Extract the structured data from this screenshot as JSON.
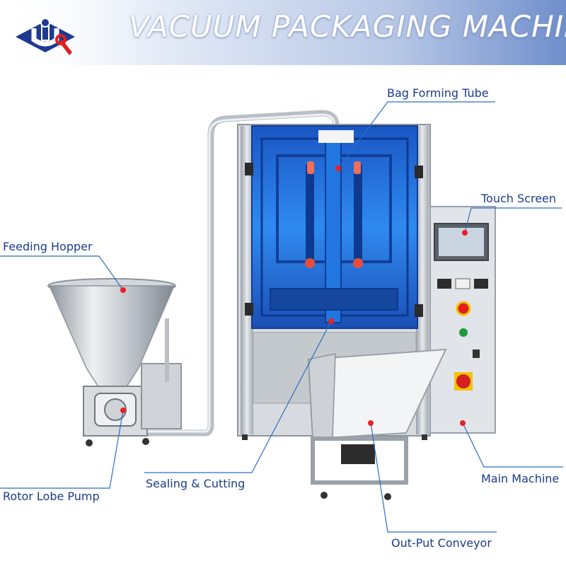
{
  "header": {
    "title": "VACUUM PACKAGING MACHINE"
  },
  "logo": {
    "icon": "company-logo-icon",
    "colors": {
      "primary": "#1f3a93",
      "accent": "#e02020"
    }
  },
  "callouts": [
    {
      "id": "bag-forming-tube",
      "label": "Bag Forming Tube"
    },
    {
      "id": "touch-screen",
      "label": "Touch Screen"
    },
    {
      "id": "feeding-hopper",
      "label": "Feeding Hopper"
    },
    {
      "id": "rotor-lobe-pump",
      "label": "Rotor Lobe Pump"
    },
    {
      "id": "sealing-cutting",
      "label": "Sealing & Cutting"
    },
    {
      "id": "main-machine",
      "label": "Main Machine"
    },
    {
      "id": "out-put-conveyor",
      "label": "Out-Put Conveyor"
    }
  ],
  "colors": {
    "label": "#1a3c88",
    "leader": "#2a6fc0",
    "marker": "#e8202a",
    "machine_blue": "#1f6fe0",
    "steel": "#c9ced4"
  }
}
